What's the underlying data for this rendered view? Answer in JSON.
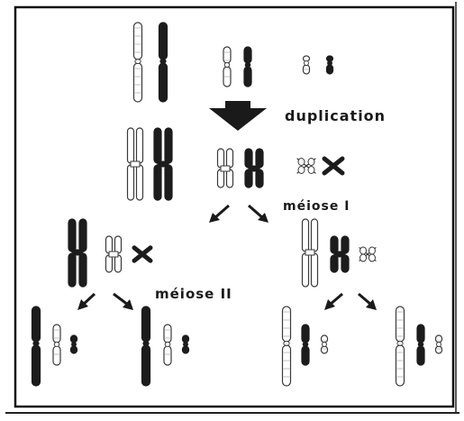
{
  "labels": {
    "duplication": "duplication",
    "meiose_1": "méiose I",
    "meiose_2": "méiose II"
  },
  "colors": {
    "paternal": "#1c1c1c",
    "maternal_outline": "#3a3a3a",
    "background": "#ffffff",
    "frame": "#111111"
  }
}
